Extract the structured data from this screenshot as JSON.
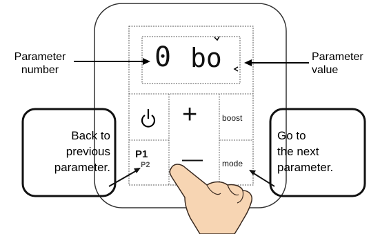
{
  "display": {
    "digit": "0",
    "value": "bo"
  },
  "labels": {
    "param_number": [
      "Parameter",
      "number"
    ],
    "param_value": [
      "Parameter",
      "value"
    ]
  },
  "buttons": {
    "plus": "+",
    "minus": "—",
    "boost": "boost",
    "mode": "mode",
    "p1": "P1",
    "p2": "P2"
  },
  "callouts": {
    "back": [
      "Back to",
      "previous",
      "parameter."
    ],
    "next": [
      "Go to",
      "the next",
      "parameter."
    ]
  }
}
